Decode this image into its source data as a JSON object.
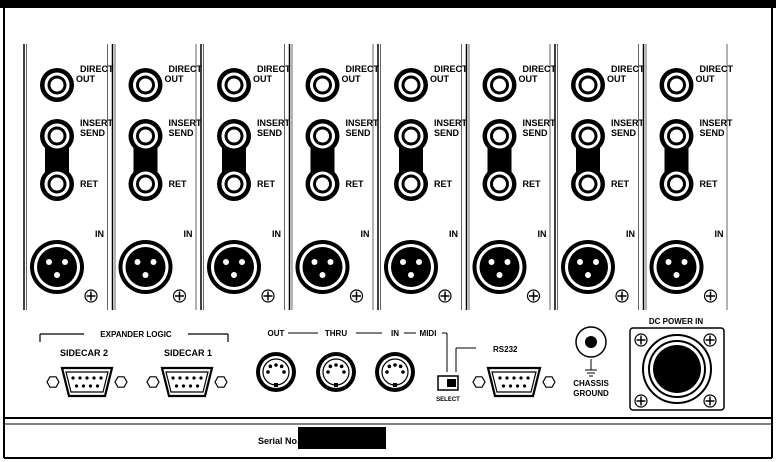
{
  "channel_strip": {
    "channel_count": 8,
    "direct_out_line1": "DIRECT",
    "direct_out_line2": "OUT",
    "insert_line1": "INSERT",
    "insert_line2": "SEND",
    "ret_label": "RET",
    "in_label": "IN"
  },
  "expander": {
    "title": "EXPANDER LOGIC",
    "sidecar2": "SIDECAR 2",
    "sidecar1": "SIDECAR 1"
  },
  "midi": {
    "out": "OUT",
    "thru": "THRU",
    "in": "IN",
    "midi": "MIDI",
    "select": "SELECT"
  },
  "rs232": {
    "label": "RS232"
  },
  "chassis": {
    "line1": "CHASSIS",
    "line2": "GROUND"
  },
  "dc_power": {
    "label": "DC POWER IN"
  },
  "serial": {
    "label": "Serial No."
  },
  "colors": {
    "ink": "#000000",
    "paper": "#ffffff"
  }
}
